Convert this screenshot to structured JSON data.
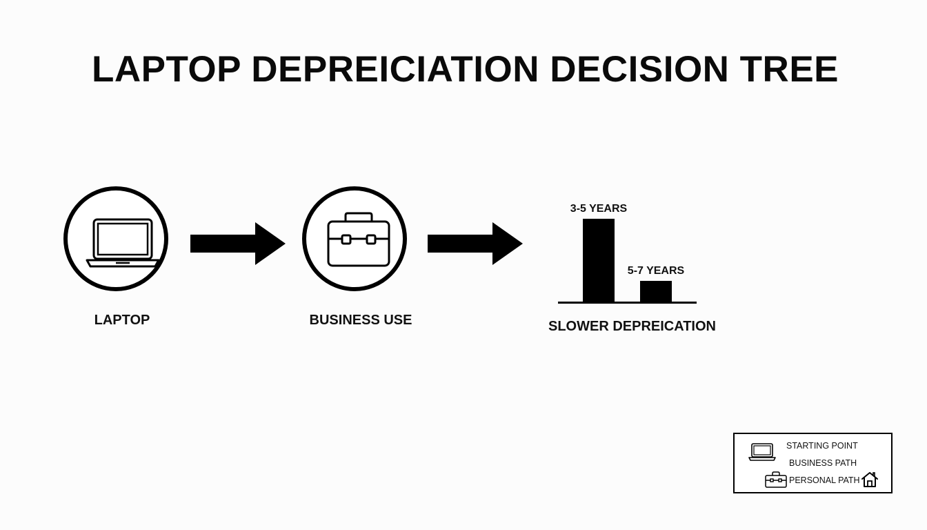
{
  "title": "LAPTOP DEPREICIATION DECISION TREE",
  "nodes": {
    "laptop": {
      "label": "LAPTOP",
      "icon": "laptop-icon"
    },
    "business": {
      "label": "BUSINESS USE",
      "icon": "briefcase-icon"
    }
  },
  "chart_data": {
    "type": "bar",
    "categories": [
      "3-5 YEARS",
      "5-7 YEARS"
    ],
    "values": [
      100,
      25
    ],
    "ylim": [
      0,
      100
    ],
    "xlabel": "SLOWER DEPREICATION",
    "ylabel": ""
  },
  "legend": {
    "items": [
      {
        "label": "STARTING POINT",
        "icon": "laptop-icon"
      },
      {
        "label": "BUSINESS PATH",
        "icon": "briefcase-icon"
      },
      {
        "label": "PERSONAL PATH",
        "icon": "house-icon"
      }
    ]
  },
  "colors": {
    "ink": "#000000",
    "background": "#fcfcfc"
  }
}
